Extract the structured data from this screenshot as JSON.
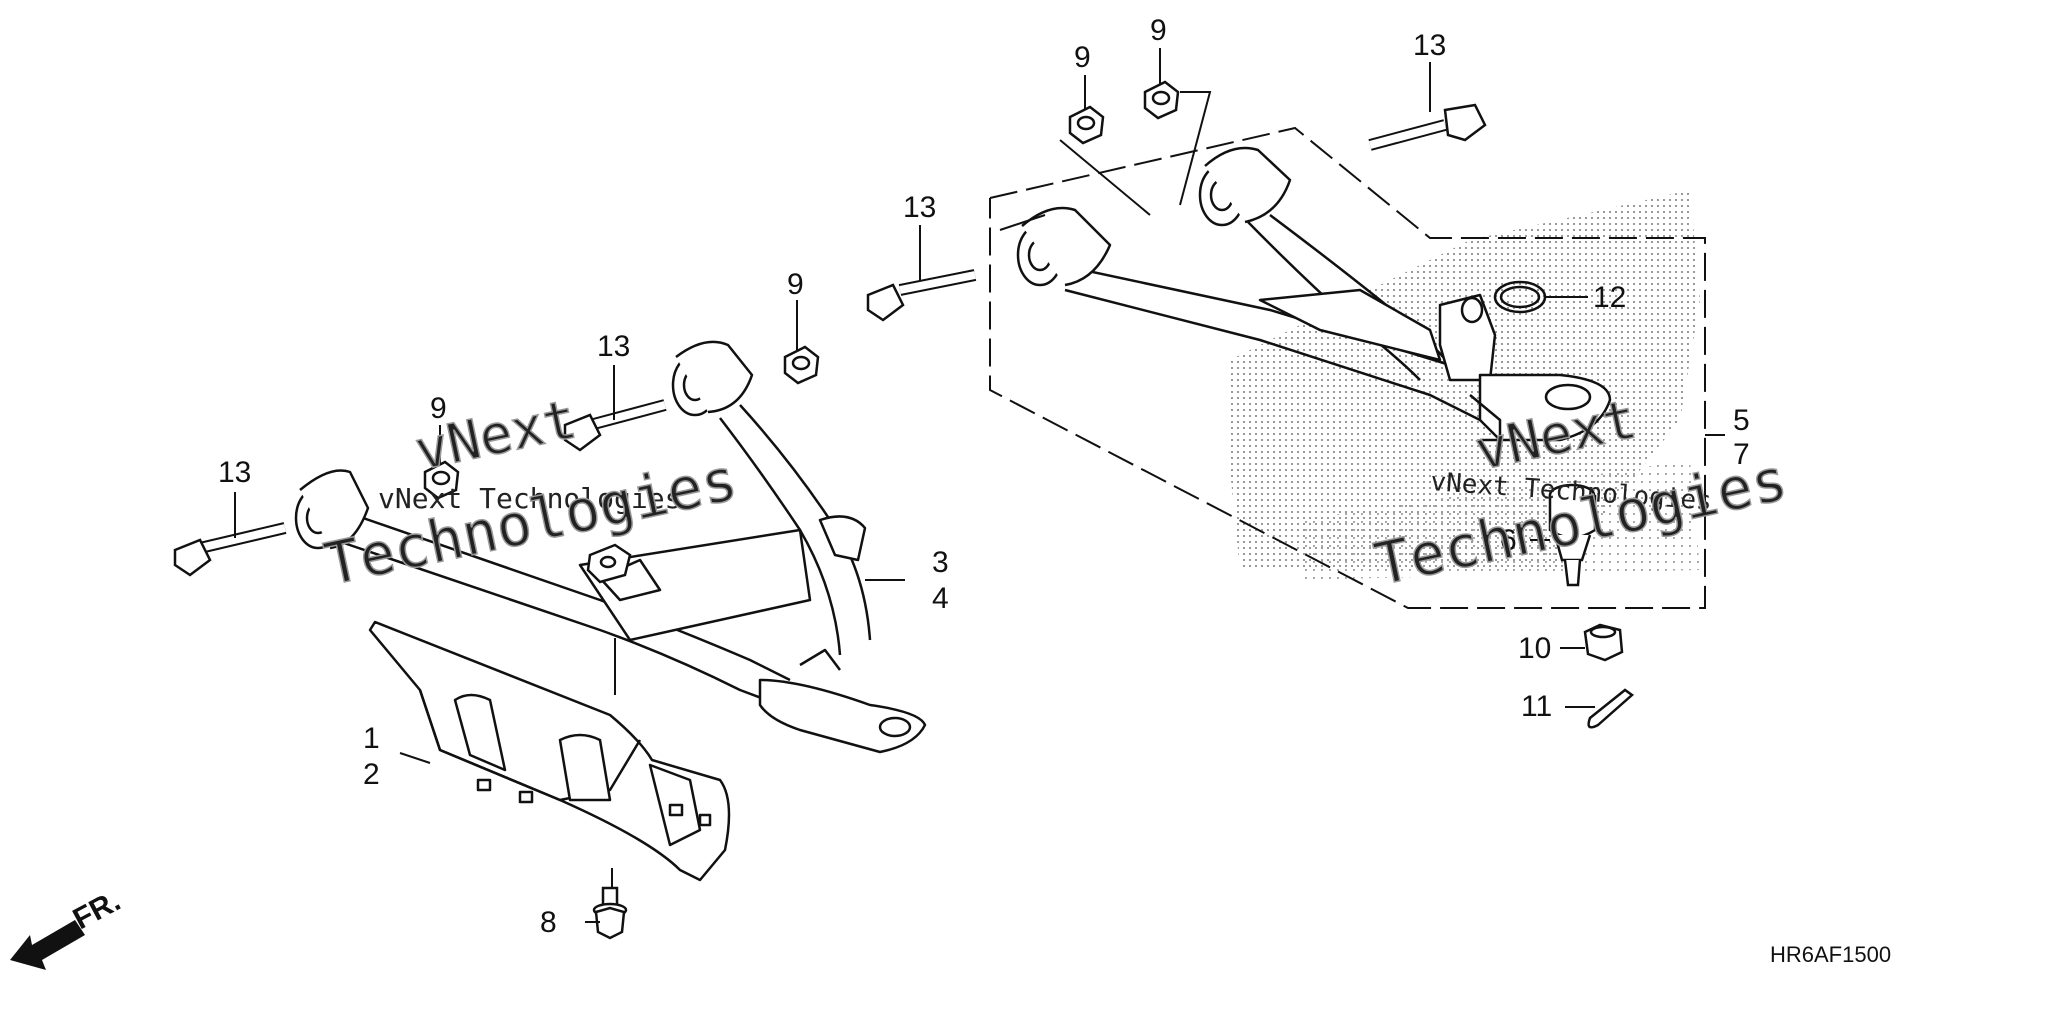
{
  "diagram": {
    "diagram_code": "HR6AF1500",
    "front_marker": "FR.",
    "watermark_text_primary": "vNext Technologies",
    "watermark_text_secondary": "Technologies",
    "watermark_text_tertiary": "vNext",
    "callouts": {
      "c1": "1",
      "c2": "2",
      "c3": "3",
      "c4": "4",
      "c5": "5",
      "c6": "6",
      "c7": "7",
      "c8": "8",
      "c9a": "9",
      "c9b": "9",
      "c9c": "9",
      "c9d": "9",
      "c10": "10",
      "c11": "11",
      "c12": "12",
      "c13a": "13",
      "c13b": "13",
      "c13c": "13",
      "c13d": "13"
    },
    "colors": {
      "line": "#111111",
      "fill": "#ffffff",
      "stipple": "#777777",
      "watermark": "#222222"
    }
  }
}
